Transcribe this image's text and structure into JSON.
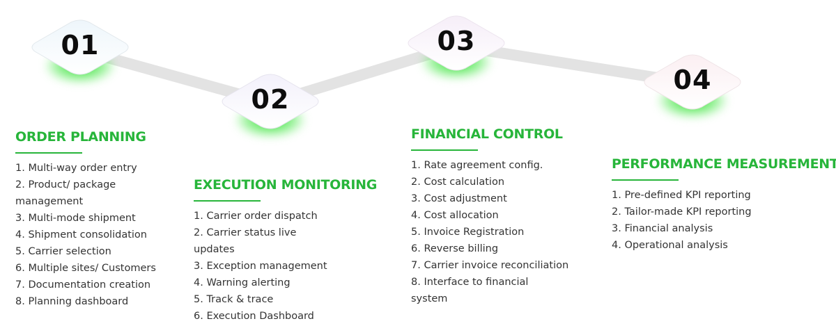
{
  "steps": [
    {
      "number": "01",
      "title": "ORDER PLANNING",
      "items": [
        "1. Multi-way order entry",
        "2. Product/ package management",
        "3. Multi-mode shipment",
        "4. Shipment consolidation",
        "5. Carrier selection",
        "6. Multiple sites/ Customers",
        "7. Documentation creation",
        "8. Planning dashboard"
      ]
    },
    {
      "number": "02",
      "title": "EXECUTION MONITORING",
      "items": [
        "1. Carrier order dispatch",
        "2. Carrier status live updates",
        "3. Exception management",
        "4. Warning alerting",
        "5. Track & trace",
        "6. Execution Dashboard"
      ]
    },
    {
      "number": "03",
      "title": "FINANCIAL CONTROL",
      "items": [
        "1. Rate agreement config.",
        "2. Cost calculation",
        "3. Cost adjustment",
        "4. Cost allocation",
        "5. Invoice Registration",
        "6. Reverse billing",
        "7. Carrier invoice reconciliation",
        "8. Interface to financial system"
      ]
    },
    {
      "number": "04",
      "title": "PERFORMANCE MEASUREMENT",
      "items": [
        "1. Pre-defined KPI reporting",
        "2. Tailor-made KPI reporting",
        "3. Financial analysis",
        "4. Operational analysis"
      ]
    }
  ],
  "colors": {
    "accent": "#27b53a",
    "glow": "#2edc2e",
    "connector": "#e3e3e3",
    "text": "#333333"
  }
}
